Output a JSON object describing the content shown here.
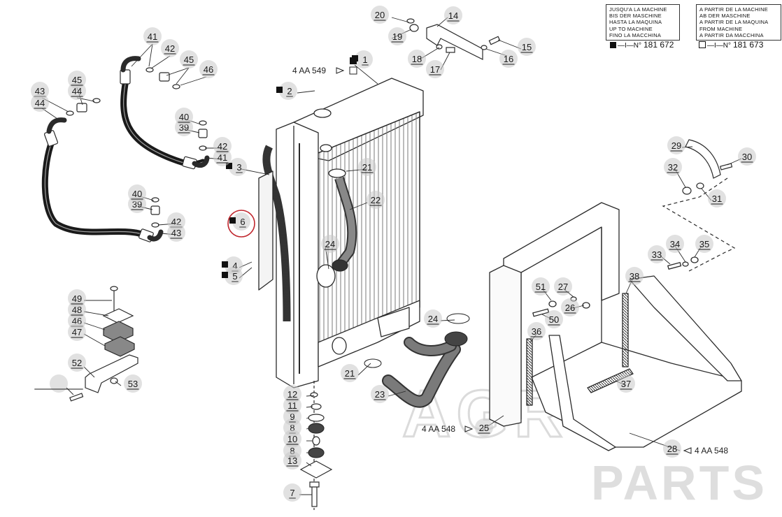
{
  "diagram": {
    "legend": {
      "before": {
        "lines": [
          "JUSQU'A LA MACHINE",
          "BIS DER MASCHINE",
          "HASTA LA MAQUINA",
          "UP TO MACHINE",
          "FINO LA MACCHINA"
        ],
        "marker": "filled-square",
        "machine_ref": "181 672"
      },
      "after": {
        "lines": [
          "A PARTIR DE LA MACHINE",
          "AB DER MASCHINE",
          "A PARTIR DE LA MAQUINA",
          "FROM MACHINE",
          "A PARTIR DA MACCHINA"
        ],
        "marker": "open-square",
        "machine_ref": "181 673"
      },
      "range_symbol": "—I—N°"
    },
    "cross_refs": [
      "4 AA 549",
      "4 AA 548",
      "4 AA 548"
    ],
    "part_numbers": [
      "1",
      "2",
      "3",
      "4",
      "5",
      "6",
      "7",
      "8",
      "8",
      "9",
      "10",
      "11",
      "12",
      "13",
      "14",
      "15",
      "16",
      "17",
      "18",
      "19",
      "20",
      "21",
      "21",
      "22",
      "23",
      "24",
      "24",
      "25",
      "26",
      "27",
      "28",
      "29",
      "30",
      "31",
      "32",
      "33",
      "34",
      "35",
      "36",
      "37",
      "38",
      "39",
      "39",
      "40",
      "40",
      "41",
      "41",
      "42",
      "42",
      "42",
      "43",
      "43",
      "44",
      "44",
      "45",
      "45",
      "46",
      "46",
      "47",
      "48",
      "49",
      "50",
      "51",
      "52",
      "53"
    ],
    "highlighted_part": "6",
    "watermark": {
      "line1": "AGRO",
      "line2": "PARTS"
    },
    "colors": {
      "line": "#2a2a2a",
      "callout_circle": "#c8c8c8",
      "highlight": "#c0262d",
      "hose": "#1a1a1a",
      "rubber": "#555555",
      "watermark": "#cccccc"
    }
  }
}
